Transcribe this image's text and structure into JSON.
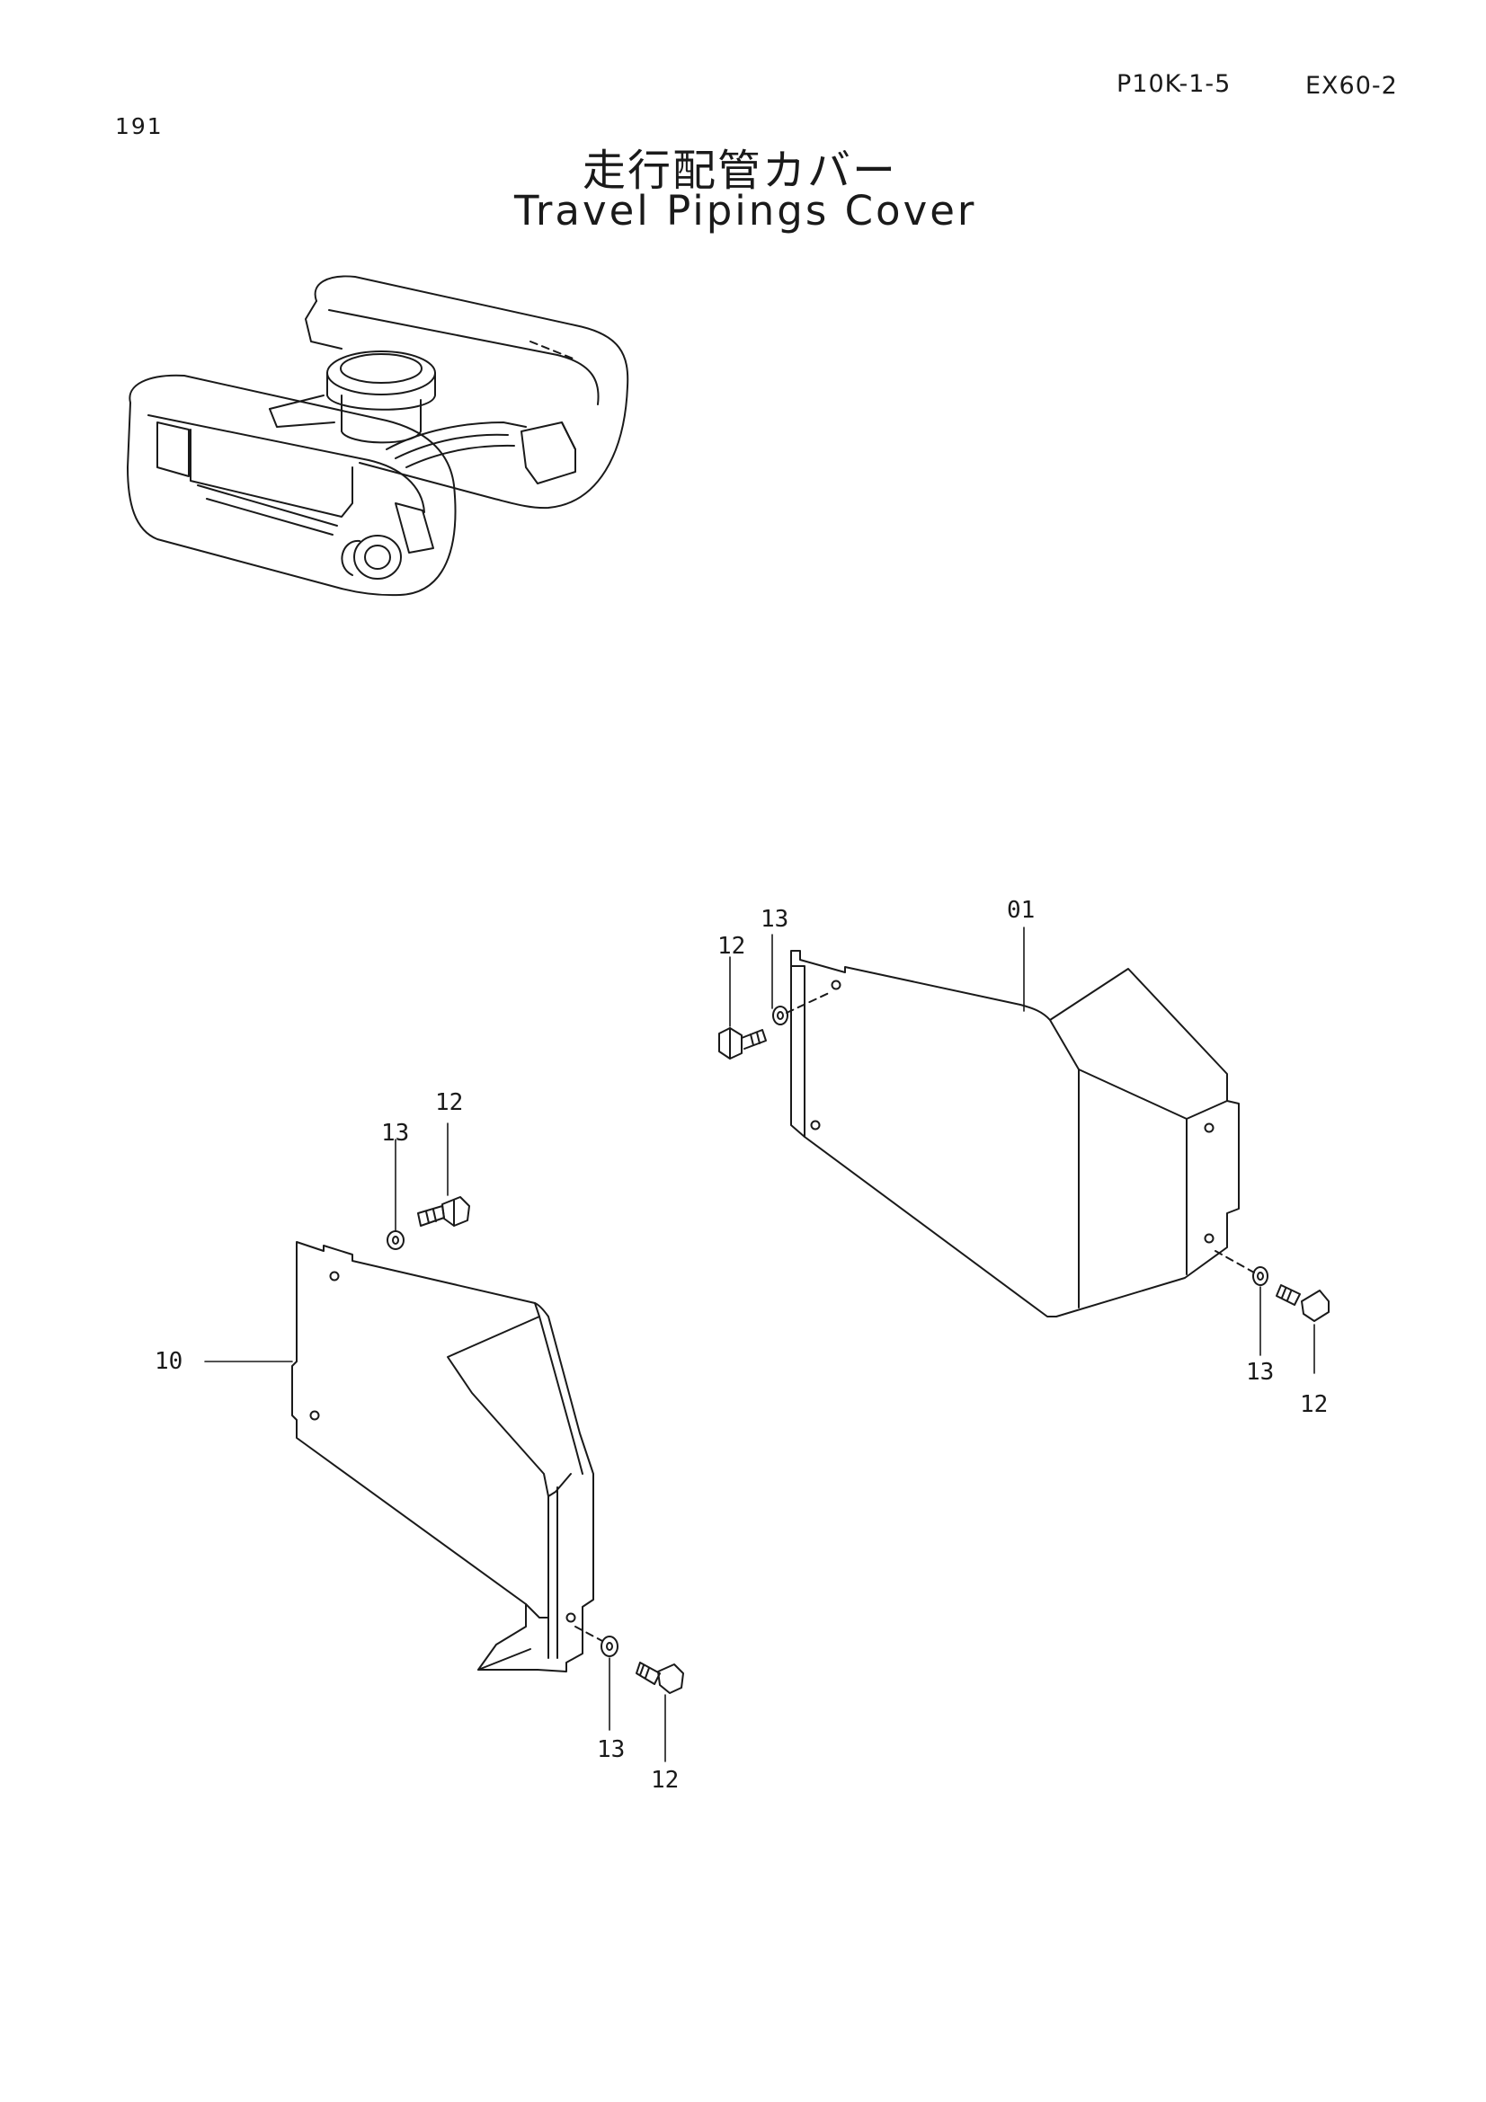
{
  "header": {
    "section_code": "P10K-1-5",
    "model": "EX60-2",
    "page_number": "191"
  },
  "title": {
    "japanese": "走行配管カバー",
    "english": "Travel Pipings Cover"
  },
  "callouts": {
    "upper_cover": {
      "part": "01",
      "bolt": "12",
      "washer": "13",
      "bolt_right": "12",
      "washer_right": "13"
    },
    "lower_cover": {
      "part": "10",
      "bolt_top": "12",
      "washer_top": "13",
      "bolt_bottom": "12",
      "washer_bottom": "13"
    }
  },
  "colors": {
    "ink": "#1a1a1a",
    "paper": "#ffffff"
  }
}
